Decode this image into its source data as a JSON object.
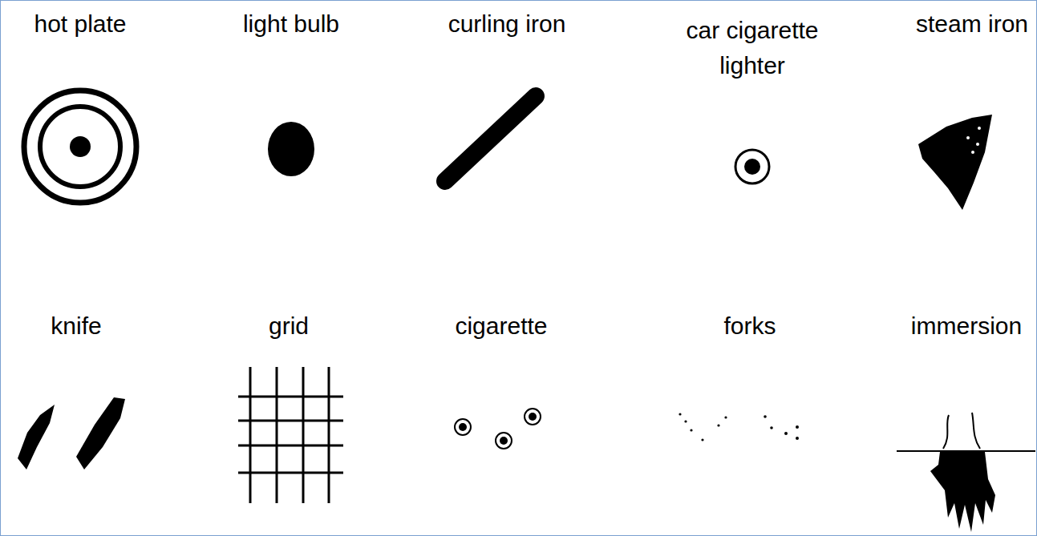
{
  "diagram": {
    "labels": [
      "hot plate",
      "light bulb",
      "curling iron",
      "car cigarette lighter",
      "steam iron",
      "knife",
      "grid",
      "cigarette",
      "forks",
      "immersion"
    ]
  }
}
